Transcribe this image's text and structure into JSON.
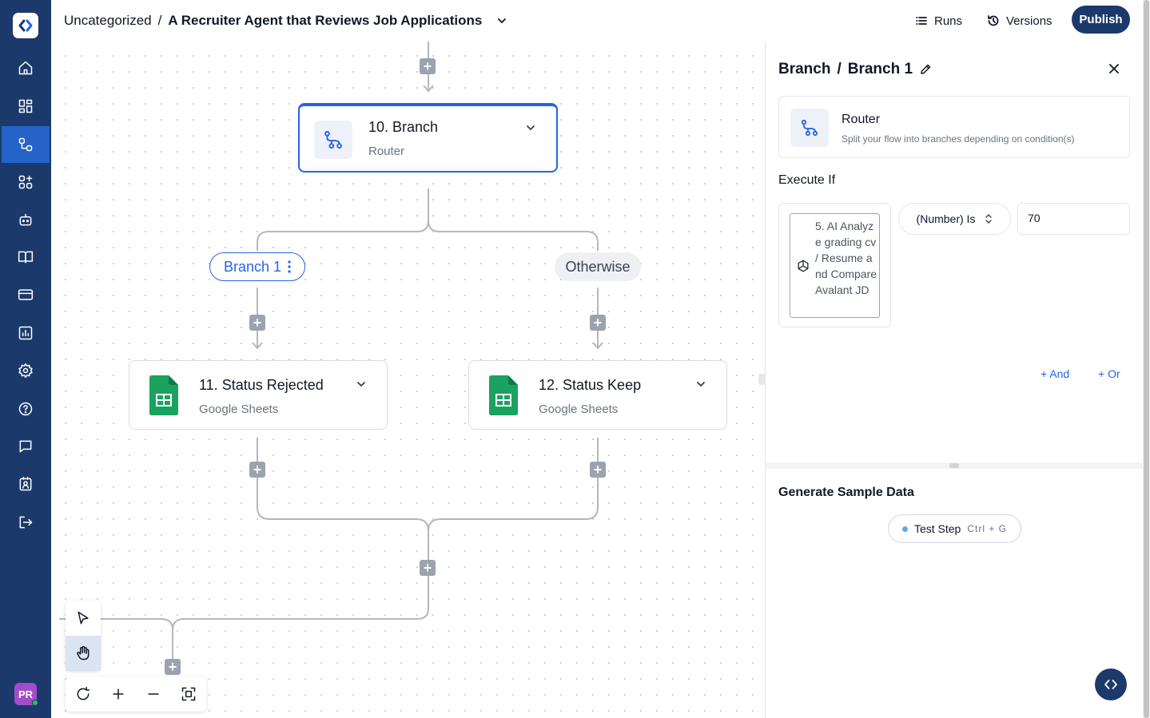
{
  "header": {
    "breadcrumb_folder": "Uncategorized",
    "breadcrumb_sep": "/",
    "flow_name": "A Recruiter Agent that Reviews Job Applications",
    "runs_label": "Runs",
    "versions_label": "Versions",
    "publish_label": "Publish"
  },
  "sidebar": {
    "items": [
      "home-icon",
      "dashboard-icon",
      "flows-icon",
      "apps-icon",
      "agents-icon",
      "docs-icon",
      "billing-icon",
      "reports-icon",
      "settings-icon",
      "help-icon",
      "chat-icon",
      "team-icon",
      "logout-icon"
    ],
    "active_index": 2,
    "avatar_initials": "PR"
  },
  "canvas": {
    "branch_step": {
      "title": "10. Branch",
      "subtitle": "Router"
    },
    "branch_pill": "Branch 1",
    "otherwise_pill": "Otherwise",
    "step_rejected": {
      "title": "11. Status Rejected",
      "subtitle": "Google Sheets"
    },
    "step_keep": {
      "title": "12. Status Keep",
      "subtitle": "Google Sheets"
    }
  },
  "panel": {
    "title_prefix": "Branch",
    "title_sep": "/",
    "title_name": "Branch 1",
    "router_title": "Router",
    "router_desc": "Split your flow into branches depending on condition(s)",
    "execute_if": "Execute If",
    "condition_value": "5. AI Analyze grading cv / Resume and Compare Avalant JD",
    "operator": "(Number) Is",
    "compare_value": "70",
    "and_label": "+ And",
    "or_label": "+ Or",
    "generate_title": "Generate Sample Data",
    "test_step_label": "Test Step",
    "test_step_shortcut": "Ctrl + G"
  },
  "colors": {
    "sidebar": "#1b3a6b",
    "accent": "#2563eb",
    "sheets_green": "#1aa260"
  }
}
